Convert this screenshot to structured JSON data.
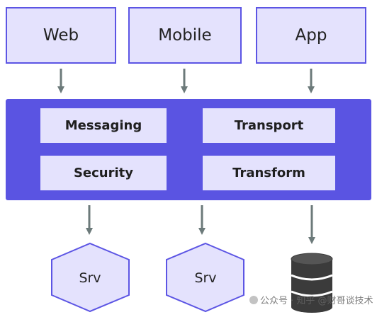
{
  "clients": {
    "web": "Web",
    "mobile": "Mobile",
    "app": "App"
  },
  "middleware": {
    "messaging": "Messaging",
    "transport": "Transport",
    "security": "Security",
    "transform": "Transform"
  },
  "backends": {
    "service1": "Srv",
    "service2": "Srv",
    "database_icon": "database-icon"
  },
  "watermark": "公众号 · 知乎 @财哥谈技术",
  "colors": {
    "box_fill": "#e4e2fd",
    "box_border": "#5c55e4",
    "band_fill": "#5a54e2",
    "arrow": "#6c7a7a",
    "hex_fill": "#e4e2fd",
    "hex_border": "#5c55e4",
    "db_fill": "#3b3b3b"
  }
}
